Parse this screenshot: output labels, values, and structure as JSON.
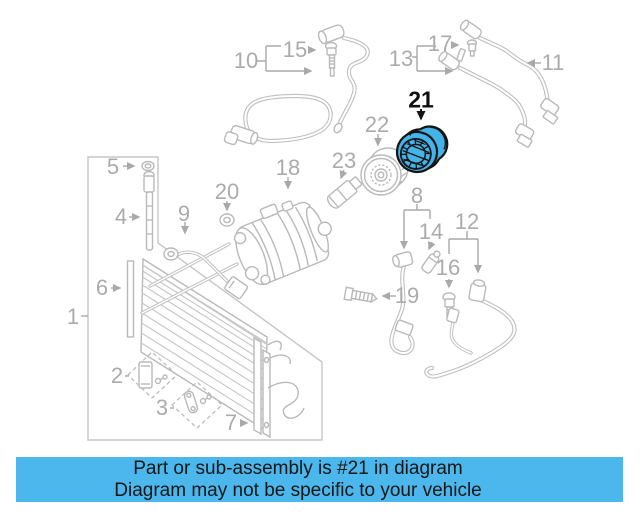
{
  "diagram": {
    "type": "exploded-parts-diagram",
    "subject": "A/C condenser, compressor and refrigerant lines",
    "highlighted_callout": "21",
    "highlight_color": "#44b3e8",
    "line_color": "#b9b9b9",
    "label_color": "#ababab",
    "callouts": [
      {
        "label": "1"
      },
      {
        "label": "2"
      },
      {
        "label": "3"
      },
      {
        "label": "4"
      },
      {
        "label": "5"
      },
      {
        "label": "6"
      },
      {
        "label": "7"
      },
      {
        "label": "8"
      },
      {
        "label": "9"
      },
      {
        "label": "10"
      },
      {
        "label": "11"
      },
      {
        "label": "12"
      },
      {
        "label": "13"
      },
      {
        "label": "14"
      },
      {
        "label": "15"
      },
      {
        "label": "16"
      },
      {
        "label": "17"
      },
      {
        "label": "18"
      },
      {
        "label": "19"
      },
      {
        "label": "20"
      },
      {
        "label": "21"
      },
      {
        "label": "22"
      },
      {
        "label": "23"
      }
    ]
  },
  "banner": {
    "bg_color": "#4bb7ec",
    "text_color": "#161616",
    "line1": "Part or sub-assembly is #21 in diagram",
    "line2": "Diagram may not be specific to your vehicle"
  }
}
